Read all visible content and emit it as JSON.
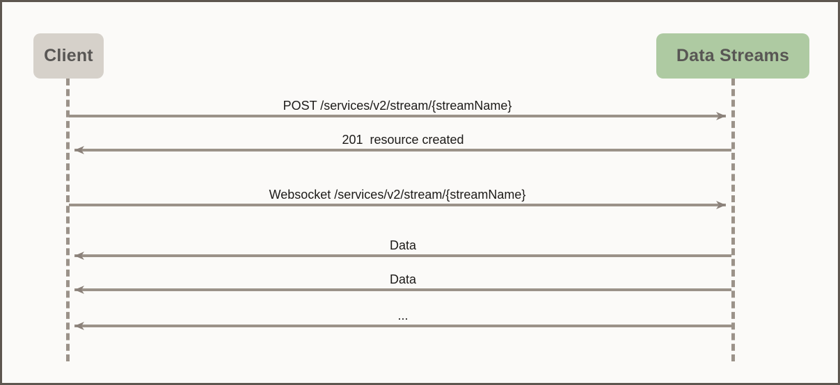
{
  "diagram": {
    "title": "Data Streams sequence diagram",
    "background_color": "#fbfaf8",
    "border_color": "#5d564f",
    "line_color": "#9b9289",
    "text_color": "#1c1a18"
  },
  "participants": [
    {
      "id": "client",
      "label": "Client",
      "color": "#d6d1ca",
      "text_color": "#585654"
    },
    {
      "id": "data-streams",
      "label": "Data Streams",
      "color": "#aecaa2",
      "text_color": "#585654"
    }
  ],
  "messages": [
    {
      "id": "post",
      "label": "POST /services/v2/stream/{streamName}",
      "from": "client",
      "to": "data-streams",
      "direction": "right"
    },
    {
      "id": "created",
      "label": "201  resource created",
      "from": "data-streams",
      "to": "client",
      "direction": "left"
    },
    {
      "id": "websocket",
      "label": "Websocket /services/v2/stream/{streamName}",
      "from": "client",
      "to": "data-streams",
      "direction": "right"
    },
    {
      "id": "data1",
      "label": "Data",
      "from": "data-streams",
      "to": "client",
      "direction": "left"
    },
    {
      "id": "data2",
      "label": "Data",
      "from": "data-streams",
      "to": "client",
      "direction": "left"
    },
    {
      "id": "more",
      "label": "...",
      "from": "data-streams",
      "to": "client",
      "direction": "left"
    }
  ]
}
